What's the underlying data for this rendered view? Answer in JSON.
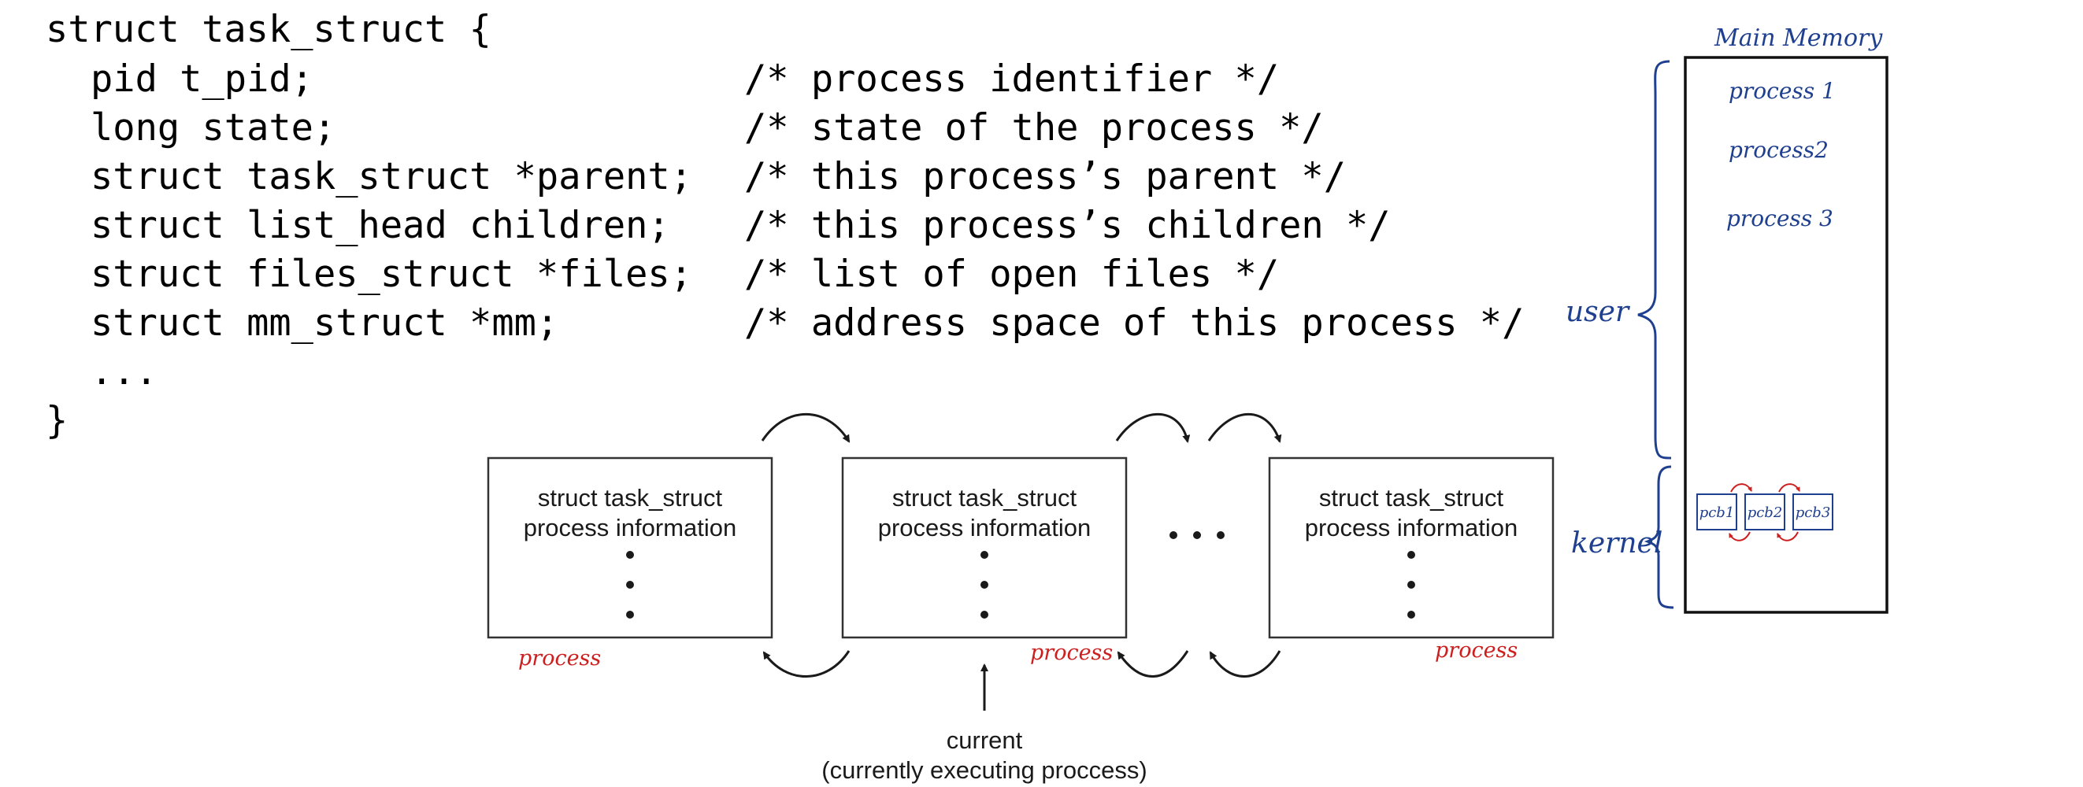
{
  "code": {
    "lines": [
      {
        "text": "struct task_struct {",
        "comment": ""
      },
      {
        "text": "pid t_pid;",
        "comment": "/* process identifier */"
      },
      {
        "text": "long state;",
        "comment": "/* state of the process */"
      },
      {
        "text": "struct task_struct *parent;",
        "comment": "/* this process’s parent */"
      },
      {
        "text": "struct list_head children;",
        "comment": "/* this process’s children */"
      },
      {
        "text": "struct files_struct *files;",
        "comment": "/* list of open files */"
      },
      {
        "text": "struct mm_struct *mm;",
        "comment": "/* address space of this process */"
      },
      {
        "text": "...",
        "comment": ""
      },
      {
        "text": "}",
        "comment": ""
      }
    ]
  },
  "list_diagram": {
    "boxes": [
      {
        "title": "struct task_struct",
        "subtitle": "process information",
        "annotation": "process"
      },
      {
        "title": "struct task_struct",
        "subtitle": "process information",
        "annotation": "process"
      },
      {
        "title": "struct task_struct",
        "subtitle": "process information",
        "annotation": "process"
      }
    ],
    "current_label_line1": "current",
    "current_label_line2": "(currently executing proccess)"
  },
  "memory": {
    "title": "Main Memory",
    "user_label": "user",
    "kernel_label": "kernel",
    "processes": [
      "process 1",
      "process2",
      "process 3"
    ],
    "pcbs": [
      "pcb1",
      "pcb2",
      "pcb3"
    ]
  },
  "colors": {
    "annotation_red": "#cc1f1f",
    "annotation_blue": "#1f3f8f"
  }
}
